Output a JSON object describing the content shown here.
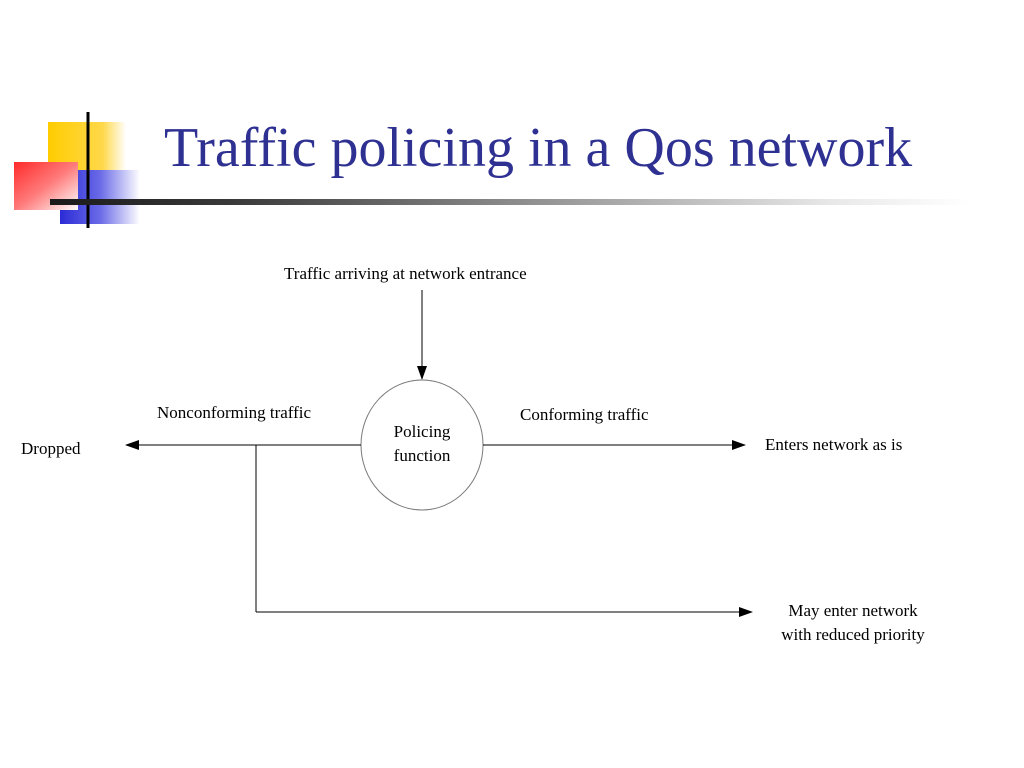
{
  "slide": {
    "title": "Traffic policing in a Qos network"
  },
  "colors": {
    "title": "#2e3192",
    "deco_yellow": "#ffcc00",
    "deco_red": "#ff2a2a",
    "deco_blue": "#2b2bd6",
    "line": "#000000"
  },
  "diagram": {
    "input_label": "Traffic arriving at network entrance",
    "node": {
      "line1": "Policing",
      "line2": "function"
    },
    "nonconforming_label": "Nonconforming traffic",
    "conforming_label": "Conforming traffic",
    "dropped_label": "Dropped",
    "enters_label": "Enters network as is",
    "reduced": {
      "line1": "May enter network",
      "line2": "with reduced priority"
    }
  }
}
